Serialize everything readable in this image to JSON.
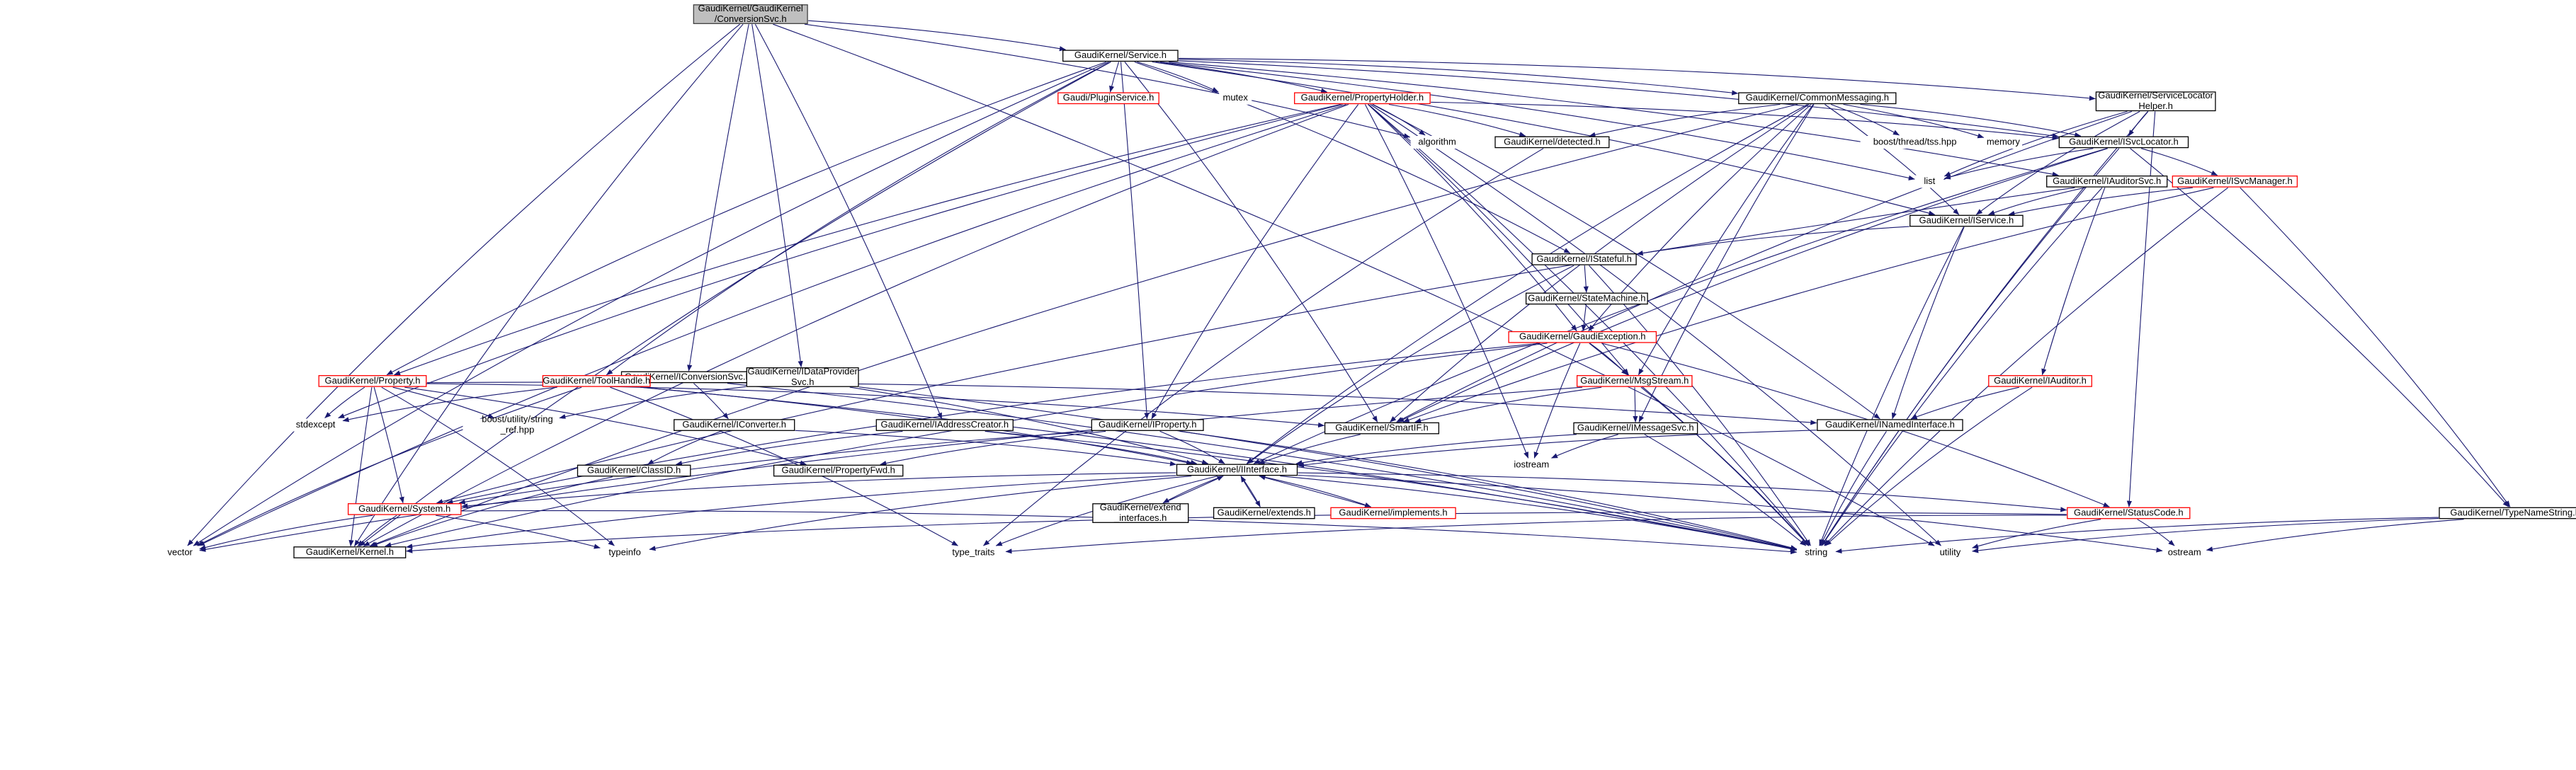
{
  "graph": {
    "edge_color": "#191970",
    "node_border_colors": {
      "root": "#404040",
      "documented": "#000000",
      "undocumented": "#bfbfbf",
      "truncated": "#ff0000"
    },
    "root_fill": "#bfbfbf",
    "nodes": [
      {
        "id": "conversion_svc",
        "lines": [
          "GaudiKernel/GaudiKernel",
          "/ConversionSvc.h"
        ],
        "kind": "root"
      },
      {
        "id": "service_h",
        "lines": [
          "GaudiKernel/Service.h"
        ],
        "kind": "documented"
      },
      {
        "id": "vector",
        "lines": [
          "vector"
        ],
        "kind": "undocumented"
      },
      {
        "id": "kernel_h",
        "lines": [
          "GaudiKernel/Kernel.h"
        ],
        "kind": "documented"
      },
      {
        "id": "iconversion_svc",
        "lines": [
          "GaudiKernel/IConversionSvc.h"
        ],
        "kind": "documented"
      },
      {
        "id": "idataprovider_svc",
        "lines": [
          "GaudiKernel/IDataProvider",
          "Svc.h"
        ],
        "kind": "documented"
      },
      {
        "id": "iaddress_creator",
        "lines": [
          "GaudiKernel/IAddressCreator.h"
        ],
        "kind": "documented"
      },
      {
        "id": "algorithm",
        "lines": [
          "algorithm"
        ],
        "kind": "undocumented"
      },
      {
        "id": "utility",
        "lines": [
          "utility"
        ],
        "kind": "undocumented"
      },
      {
        "id": "plugin_service",
        "lines": [
          "Gaudi/PluginService.h"
        ],
        "kind": "truncated"
      },
      {
        "id": "mutex",
        "lines": [
          "mutex"
        ],
        "kind": "undocumented"
      },
      {
        "id": "property_holder",
        "lines": [
          "GaudiKernel/PropertyHolder.h"
        ],
        "kind": "truncated"
      },
      {
        "id": "common_messaging",
        "lines": [
          "GaudiKernel/CommonMessaging.h"
        ],
        "kind": "documented"
      },
      {
        "id": "service_locator_helper",
        "lines": [
          "GaudiKernel/ServiceLocator",
          "Helper.h"
        ],
        "kind": "documented"
      },
      {
        "id": "isvc_locator",
        "lines": [
          "GaudiKernel/ISvcLocator.h"
        ],
        "kind": "documented"
      },
      {
        "id": "detected",
        "lines": [
          "GaudiKernel/detected.h"
        ],
        "kind": "documented"
      },
      {
        "id": "boost_tss",
        "lines": [
          "boost/thread/tss.hpp"
        ],
        "kind": "undocumented"
      },
      {
        "id": "memory",
        "lines": [
          "memory"
        ],
        "kind": "undocumented"
      },
      {
        "id": "list",
        "lines": [
          "list"
        ],
        "kind": "undocumented"
      },
      {
        "id": "iauditor_svc",
        "lines": [
          "GaudiKernel/IAuditorSvc.h"
        ],
        "kind": "documented"
      },
      {
        "id": "isvc_manager",
        "lines": [
          "GaudiKernel/ISvcManager.h"
        ],
        "kind": "truncated"
      },
      {
        "id": "iservice",
        "lines": [
          "GaudiKernel/IService.h"
        ],
        "kind": "documented"
      },
      {
        "id": "istateful",
        "lines": [
          "GaudiKernel/IStateful.h"
        ],
        "kind": "documented"
      },
      {
        "id": "state_machine",
        "lines": [
          "GaudiKernel/StateMachine.h"
        ],
        "kind": "documented"
      },
      {
        "id": "gaudi_exception",
        "lines": [
          "GaudiKernel/GaudiException.h"
        ],
        "kind": "truncated"
      },
      {
        "id": "property_h",
        "lines": [
          "GaudiKernel/Property.h"
        ],
        "kind": "truncated"
      },
      {
        "id": "tool_handle",
        "lines": [
          "GaudiKernel/ToolHandle.h"
        ],
        "kind": "truncated"
      },
      {
        "id": "msg_stream",
        "lines": [
          "GaudiKernel/MsgStream.h"
        ],
        "kind": "truncated"
      },
      {
        "id": "iauditor",
        "lines": [
          "GaudiKernel/IAuditor.h"
        ],
        "kind": "truncated"
      },
      {
        "id": "stdexcept",
        "lines": [
          "stdexcept"
        ],
        "kind": "undocumented"
      },
      {
        "id": "boost_string_ref",
        "lines": [
          "boost/utility/string",
          "_ref.hpp"
        ],
        "kind": "undocumented"
      },
      {
        "id": "iconverter",
        "lines": [
          "GaudiKernel/IConverter.h"
        ],
        "kind": "documented"
      },
      {
        "id": "iproperty",
        "lines": [
          "GaudiKernel/IProperty.h"
        ],
        "kind": "documented"
      },
      {
        "id": "smart_if",
        "lines": [
          "GaudiKernel/SmartIF.h"
        ],
        "kind": "documented"
      },
      {
        "id": "imessage_svc",
        "lines": [
          "GaudiKernel/IMessageSvc.h"
        ],
        "kind": "documented"
      },
      {
        "id": "inamed_interface",
        "lines": [
          "GaudiKernel/INamedInterface.h"
        ],
        "kind": "documented"
      },
      {
        "id": "iostream",
        "lines": [
          "iostream"
        ],
        "kind": "undocumented"
      },
      {
        "id": "class_id",
        "lines": [
          "GaudiKernel/ClassID.h"
        ],
        "kind": "documented"
      },
      {
        "id": "property_fwd",
        "lines": [
          "GaudiKernel/PropertyFwd.h"
        ],
        "kind": "documented"
      },
      {
        "id": "iinterface",
        "lines": [
          "GaudiKernel/IInterface.h"
        ],
        "kind": "documented"
      },
      {
        "id": "system_h",
        "lines": [
          "GaudiKernel/System.h"
        ],
        "kind": "truncated"
      },
      {
        "id": "extend_interfaces",
        "lines": [
          "GaudiKernel/extend",
          "_interfaces.h"
        ],
        "kind": "documented"
      },
      {
        "id": "extends_h",
        "lines": [
          "GaudiKernel/extends.h"
        ],
        "kind": "documented"
      },
      {
        "id": "implements_h",
        "lines": [
          "GaudiKernel/implements.h"
        ],
        "kind": "truncated"
      },
      {
        "id": "status_code",
        "lines": [
          "GaudiKernel/StatusCode.h"
        ],
        "kind": "truncated"
      },
      {
        "id": "type_name_string",
        "lines": [
          "GaudiKernel/TypeNameString.h"
        ],
        "kind": "documented"
      },
      {
        "id": "typeinfo",
        "lines": [
          "typeinfo"
        ],
        "kind": "undocumented"
      },
      {
        "id": "type_traits",
        "lines": [
          "type_traits"
        ],
        "kind": "undocumented"
      },
      {
        "id": "string",
        "lines": [
          "string"
        ],
        "kind": "undocumented"
      },
      {
        "id": "ostream",
        "lines": [
          "ostream"
        ],
        "kind": "undocumented"
      }
    ],
    "edges": [
      [
        "conversion_svc",
        "service_h"
      ],
      [
        "conversion_svc",
        "vector"
      ],
      [
        "conversion_svc",
        "kernel_h"
      ],
      [
        "conversion_svc",
        "iconversion_svc"
      ],
      [
        "conversion_svc",
        "idataprovider_svc"
      ],
      [
        "conversion_svc",
        "iaddress_creator"
      ],
      [
        "conversion_svc",
        "algorithm"
      ],
      [
        "conversion_svc",
        "utility"
      ],
      [
        "service_h",
        "plugin_service"
      ],
      [
        "service_h",
        "mutex"
      ],
      [
        "service_h",
        "property_holder"
      ],
      [
        "service_h",
        "common_messaging"
      ],
      [
        "service_h",
        "service_locator_helper"
      ],
      [
        "service_h",
        "isvc_locator"
      ],
      [
        "service_h",
        "iservice"
      ],
      [
        "service_h",
        "istateful"
      ],
      [
        "service_h",
        "property_h"
      ],
      [
        "service_h",
        "tool_handle"
      ],
      [
        "service_h",
        "iproperty"
      ],
      [
        "service_h",
        "smart_if"
      ],
      [
        "service_h",
        "vector"
      ],
      [
        "service_h",
        "kernel_h"
      ],
      [
        "service_h",
        "iauditor_svc"
      ],
      [
        "service_h",
        "list"
      ],
      [
        "property_holder",
        "algorithm"
      ],
      [
        "property_holder",
        "detected"
      ],
      [
        "property_holder",
        "isvc_locator"
      ],
      [
        "property_holder",
        "utility"
      ],
      [
        "property_holder",
        "iproperty"
      ],
      [
        "property_holder",
        "property_h"
      ],
      [
        "property_holder",
        "msg_stream"
      ],
      [
        "property_holder",
        "gaudi_exception"
      ],
      [
        "property_holder",
        "inamed_interface"
      ],
      [
        "property_holder",
        "iostream"
      ],
      [
        "property_holder",
        "string"
      ],
      [
        "property_holder",
        "stdexcept"
      ],
      [
        "property_holder",
        "vector"
      ],
      [
        "property_holder",
        "kernel_h"
      ],
      [
        "common_messaging",
        "detected"
      ],
      [
        "common_messaging",
        "boost_tss"
      ],
      [
        "common_messaging",
        "memory"
      ],
      [
        "common_messaging",
        "isvc_locator"
      ],
      [
        "common_messaging",
        "iservice"
      ],
      [
        "common_messaging",
        "msg_stream"
      ],
      [
        "common_messaging",
        "imessage_svc"
      ],
      [
        "common_messaging",
        "gaudi_exception"
      ],
      [
        "common_messaging",
        "smart_if"
      ],
      [
        "common_messaging",
        "iinterface"
      ],
      [
        "common_messaging",
        "kernel_h"
      ],
      [
        "service_locator_helper",
        "isvc_locator"
      ],
      [
        "service_locator_helper",
        "list"
      ],
      [
        "service_locator_helper",
        "status_code"
      ],
      [
        "service_locator_helper",
        "string"
      ],
      [
        "service_locator_helper",
        "smart_if"
      ],
      [
        "service_locator_helper",
        "iservice"
      ],
      [
        "isvc_locator",
        "list"
      ],
      [
        "isvc_locator",
        "isvc_manager"
      ],
      [
        "isvc_locator",
        "type_name_string"
      ],
      [
        "isvc_locator",
        "string"
      ],
      [
        "isvc_locator",
        "smart_if"
      ],
      [
        "isvc_locator",
        "iinterface"
      ],
      [
        "detected",
        "type_traits"
      ],
      [
        "iauditor_svc",
        "iservice"
      ],
      [
        "iauditor_svc",
        "iauditor"
      ],
      [
        "iauditor_svc",
        "string"
      ],
      [
        "iauditor_svc",
        "system_h"
      ],
      [
        "isvc_manager",
        "iservice"
      ],
      [
        "isvc_manager",
        "type_name_string"
      ],
      [
        "isvc_manager",
        "string"
      ],
      [
        "isvc_manager",
        "smart_if"
      ],
      [
        "iservice",
        "istateful"
      ],
      [
        "iservice",
        "inamed_interface"
      ],
      [
        "iservice",
        "string"
      ],
      [
        "istateful",
        "state_machine"
      ],
      [
        "istateful",
        "iinterface"
      ],
      [
        "istateful",
        "string"
      ],
      [
        "state_machine",
        "gaudi_exception"
      ],
      [
        "gaudi_exception",
        "msg_stream"
      ],
      [
        "gaudi_exception",
        "status_code"
      ],
      [
        "gaudi_exception",
        "iostream"
      ],
      [
        "gaudi_exception",
        "string"
      ],
      [
        "gaudi_exception",
        "system_h"
      ],
      [
        "gaudi_exception",
        "kernel_h"
      ],
      [
        "property_h",
        "stdexcept"
      ],
      [
        "property_h",
        "boost_string_ref"
      ],
      [
        "property_h",
        "typeinfo"
      ],
      [
        "property_h",
        "property_fwd"
      ],
      [
        "property_h",
        "smart_if"
      ],
      [
        "property_h",
        "inamed_interface"
      ],
      [
        "property_h",
        "system_h"
      ],
      [
        "property_h",
        "kernel_h"
      ],
      [
        "tool_handle",
        "stdexcept"
      ],
      [
        "tool_handle",
        "type_traits"
      ],
      [
        "tool_handle",
        "vector"
      ],
      [
        "tool_handle",
        "iinterface"
      ],
      [
        "tool_handle",
        "string"
      ],
      [
        "msg_stream",
        "imessage_svc"
      ],
      [
        "msg_stream",
        "smart_if"
      ],
      [
        "msg_stream",
        "string"
      ],
      [
        "msg_stream",
        "vector"
      ],
      [
        "iauditor",
        "inamed_interface"
      ],
      [
        "iauditor",
        "string"
      ],
      [
        "iconversion_svc",
        "iconverter"
      ],
      [
        "iconversion_svc",
        "string"
      ],
      [
        "idataprovider_svc",
        "iinterface"
      ],
      [
        "idataprovider_svc",
        "boost_string_ref"
      ],
      [
        "idataprovider_svc",
        "string"
      ],
      [
        "iaddress_creator",
        "iinterface"
      ],
      [
        "iaddress_creator",
        "class_id"
      ],
      [
        "iaddress_creator",
        "string"
      ],
      [
        "iconverter",
        "iinterface"
      ],
      [
        "iconverter",
        "class_id"
      ],
      [
        "iproperty",
        "iinterface"
      ],
      [
        "iproperty",
        "property_fwd"
      ],
      [
        "iproperty",
        "string"
      ],
      [
        "iproperty",
        "system_h"
      ],
      [
        "smart_if",
        "iinterface"
      ],
      [
        "imessage_svc",
        "iinterface"
      ],
      [
        "imessage_svc",
        "iostream"
      ],
      [
        "imessage_svc",
        "string"
      ],
      [
        "inamed_interface",
        "iinterface"
      ],
      [
        "inamed_interface",
        "string"
      ],
      [
        "class_id",
        "kernel_h"
      ],
      [
        "iinterface",
        "system_h"
      ],
      [
        "iinterface",
        "extend_interfaces"
      ],
      [
        "iinterface",
        "extends_h"
      ],
      [
        "iinterface",
        "implements_h"
      ],
      [
        "iinterface",
        "status_code"
      ],
      [
        "iinterface",
        "typeinfo"
      ],
      [
        "iinterface",
        "type_traits"
      ],
      [
        "iinterface",
        "string"
      ],
      [
        "iinterface",
        "ostream"
      ],
      [
        "iinterface",
        "kernel_h"
      ],
      [
        "extend_interfaces",
        "iinterface"
      ],
      [
        "extends_h",
        "iinterface"
      ],
      [
        "implements_h",
        "iinterface"
      ],
      [
        "system_h",
        "kernel_h"
      ],
      [
        "system_h",
        "typeinfo"
      ],
      [
        "system_h",
        "string"
      ],
      [
        "system_h",
        "vector"
      ],
      [
        "status_code",
        "ostream"
      ],
      [
        "status_code",
        "type_traits"
      ],
      [
        "status_code",
        "utility"
      ],
      [
        "status_code",
        "kernel_h"
      ],
      [
        "type_name_string",
        "string"
      ],
      [
        "type_name_string",
        "ostream"
      ],
      [
        "type_name_string",
        "utility"
      ]
    ]
  }
}
